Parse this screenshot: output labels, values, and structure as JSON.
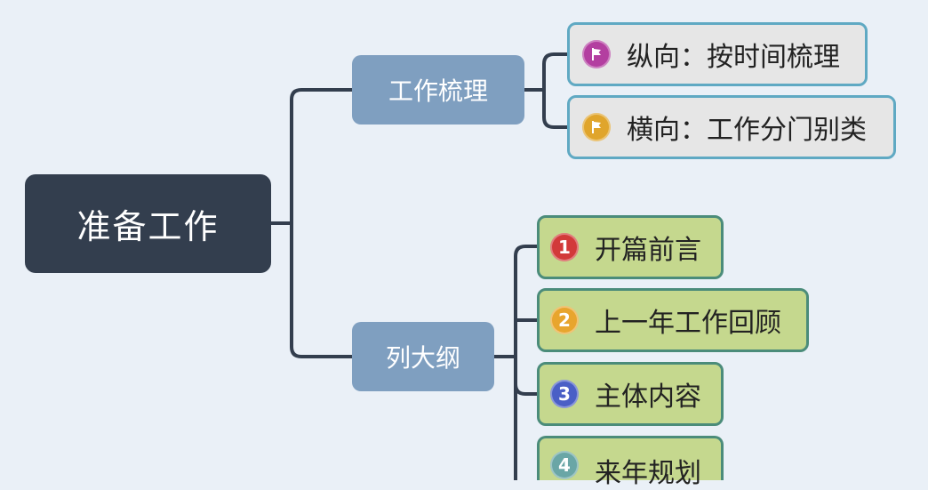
{
  "root": {
    "label": "准备工作"
  },
  "branches": [
    {
      "label": "工作梳理",
      "children": [
        {
          "label": "纵向：按时间梳理",
          "icon": "flag-icon",
          "color": "#b33fa0"
        },
        {
          "label": "横向：工作分门别类",
          "icon": "flag-icon",
          "color": "#e0a52c"
        }
      ]
    },
    {
      "label": "列大纲",
      "children": [
        {
          "badge": "1",
          "label": "开篇前言",
          "icon": "priority-1-icon",
          "color": "#d23a3a"
        },
        {
          "badge": "2",
          "label": "上一年工作回顾",
          "icon": "priority-2-icon",
          "color": "#e8a52e"
        },
        {
          "badge": "3",
          "label": "主体内容",
          "icon": "priority-3-icon",
          "color": "#4a5fc6"
        },
        {
          "badge": "4",
          "label": "来年规划",
          "icon": "priority-4-icon",
          "color": "#6aa6a6"
        }
      ]
    }
  ]
}
